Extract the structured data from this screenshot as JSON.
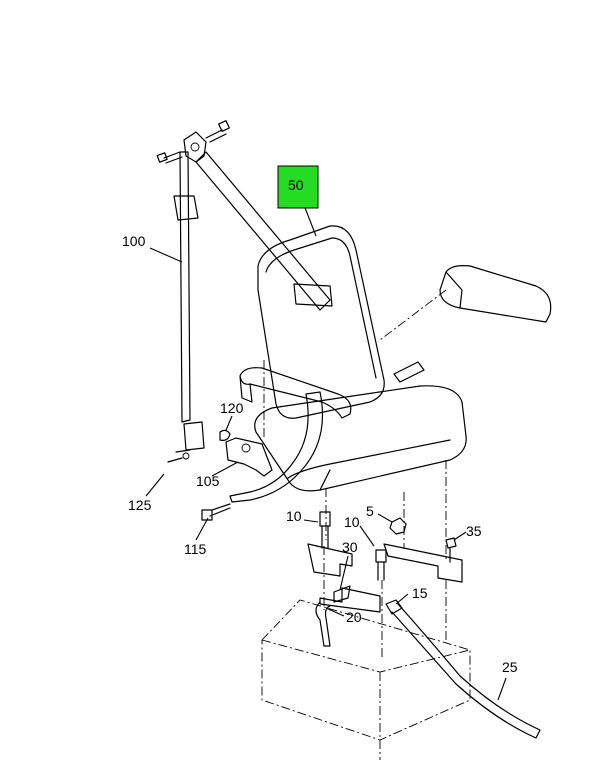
{
  "highlight_color": "#22dd22",
  "callouts": {
    "c100": "100",
    "c50": "50",
    "c120": "120",
    "c105": "105",
    "c125": "125",
    "c115": "115",
    "c10a": "10",
    "c10b": "10",
    "c5": "5",
    "c35": "35",
    "c30": "30",
    "c15": "15",
    "c20": "20",
    "c25": "25"
  }
}
